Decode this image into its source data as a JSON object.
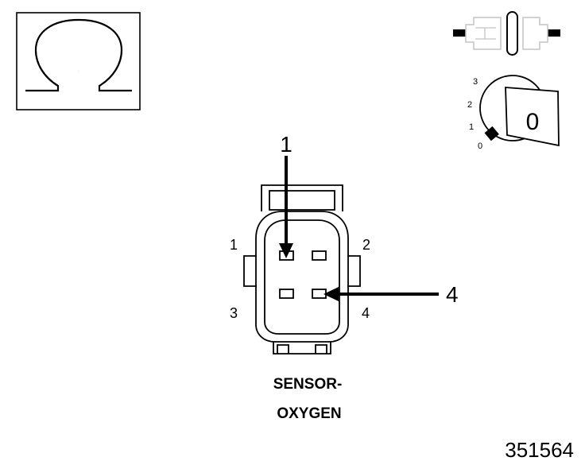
{
  "meter_symbol": "Ω",
  "ignition": {
    "positions": [
      "3",
      "2",
      "1",
      "0"
    ],
    "key_label": "0"
  },
  "connector": {
    "pins": [
      "1",
      "2",
      "3",
      "4"
    ],
    "callouts": [
      "1",
      "4"
    ],
    "name_line1": "SENSOR-",
    "name_line2": "OXYGEN"
  },
  "figure_number": "351564"
}
